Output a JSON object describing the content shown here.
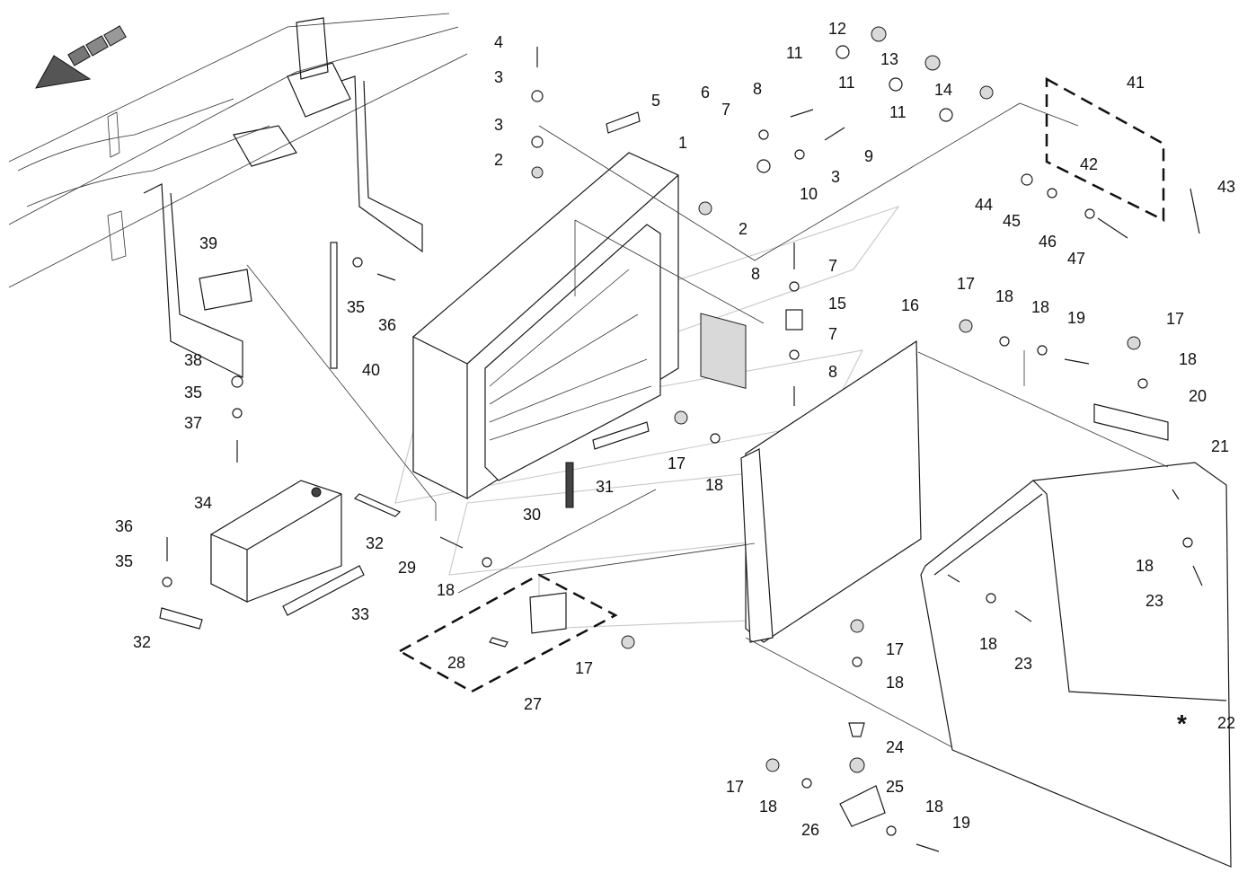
{
  "callouts": [
    "1",
    "2",
    "3",
    "4",
    "5",
    "6",
    "7",
    "8",
    "9",
    "10",
    "11",
    "12",
    "13",
    "14",
    "15",
    "16",
    "17",
    "18",
    "19",
    "20",
    "21",
    "22",
    "23",
    "24",
    "25",
    "26",
    "27",
    "28",
    "29",
    "30",
    "31",
    "32",
    "33",
    "34",
    "35",
    "36",
    "37",
    "38",
    "39",
    "40",
    "41",
    "42",
    "43",
    "44",
    "45",
    "46",
    "47"
  ],
  "special_symbol": "*",
  "colors": {
    "line": "#1a1a1a",
    "background": "#ffffff",
    "watermark": "#9a9a9a"
  }
}
